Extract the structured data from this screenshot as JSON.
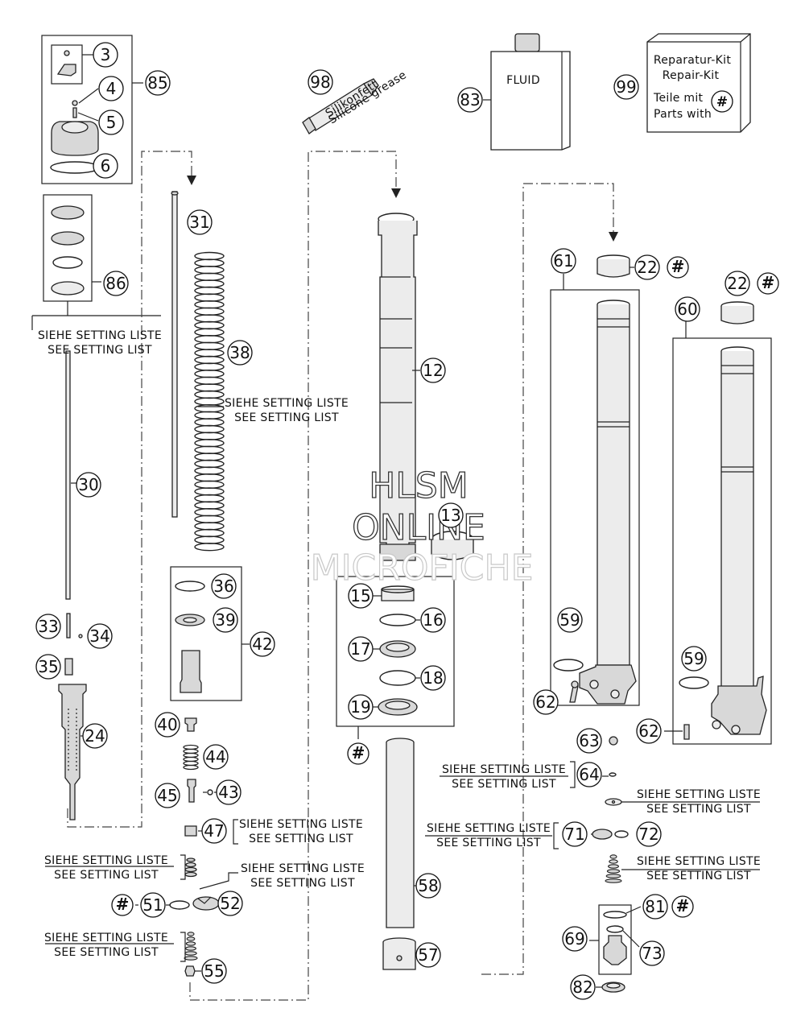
{
  "callouts": {
    "c3": "3",
    "c4": "4",
    "c5": "5",
    "c6": "6",
    "c85": "85",
    "c86": "86",
    "c30": "30",
    "c31": "31",
    "c38": "38",
    "c33": "33",
    "c34": "34",
    "c35": "35",
    "c24": "24",
    "c36": "36",
    "c39": "39",
    "c42": "42",
    "c40": "40",
    "c44": "44",
    "c45": "45",
    "c43": "43",
    "c47": "47",
    "c51": "51",
    "c52": "52",
    "c55": "55",
    "c98": "98",
    "c12": "12",
    "c13": "13",
    "c15": "15",
    "c16": "16",
    "c17": "17",
    "c18": "18",
    "c19": "19",
    "c58": "58",
    "c57": "57",
    "c83": "83",
    "c99": "99",
    "c61": "61",
    "c22a": "22",
    "c22b": "22",
    "c60": "60",
    "c59a": "59",
    "c59b": "59",
    "c62a": "62",
    "c62b": "62",
    "c63": "63",
    "c64": "64",
    "c71": "71",
    "c72": "72",
    "c81": "81",
    "c69": "69",
    "c73": "73",
    "c82": "82"
  },
  "hash_symbol": "#",
  "setting_de": "SIEHE SETTING LISTE",
  "setting_en": "SEE SETTING LIST",
  "fluid_label": "FLUID",
  "grease_label_1": "Silikonfett",
  "grease_label_2": "Silicone grease",
  "repair_kit": {
    "line1": "Reparatur-Kit",
    "line2": "Repair-Kit",
    "line3": "Teile mit",
    "line4": "Parts with"
  },
  "watermark": {
    "line1": "HLSM",
    "line2": "ONLINE",
    "line3": "MICROFICHE"
  }
}
